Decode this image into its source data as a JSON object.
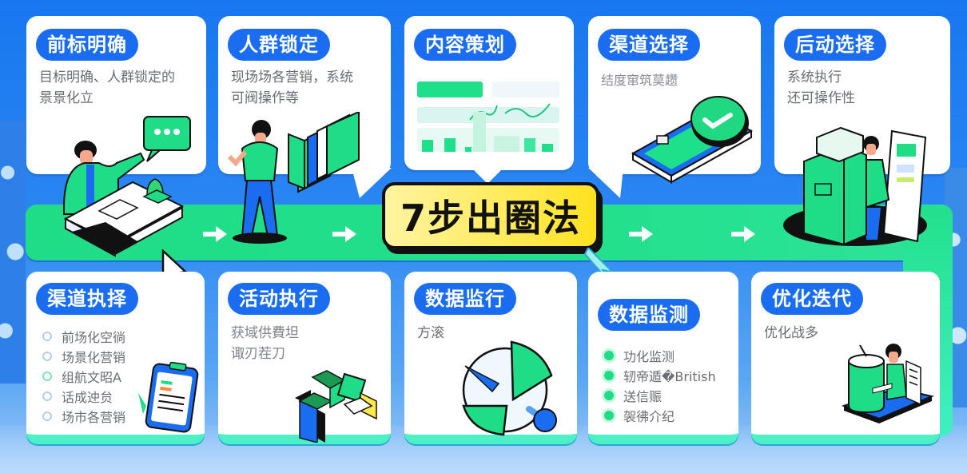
{
  "title": "7步出圈法",
  "colors": {
    "background": "#1877f0",
    "card": "#ffffff",
    "pill": "#1a6cf0",
    "flow_band": "#22e08c",
    "title_bg": "#ffe94a",
    "text_gray": "#6a6e74",
    "card_bottom_accent": "#4cf0c4"
  },
  "top_cards": [
    {
      "title": "前标明确",
      "desc_lines": [
        "目标明确、人群锁定的",
        "景景化立"
      ],
      "illustration": "person-at-desk-with-chat-bubble"
    },
    {
      "title": "人群锁定",
      "desc_lines": [
        "现场场各营销，系统",
        "可阀操作等"
      ],
      "illustration": "person-standing-with-books"
    },
    {
      "title": "内容策划",
      "desc_lines": [],
      "illustration": "dashboard-bar-and-line-chart"
    },
    {
      "title": "渠道选择",
      "desc_lines": [
        "结度窜筑莫趱"
      ],
      "illustration": "phone-with-check-button"
    },
    {
      "title": "后动选择",
      "desc_lines": [
        "系统执行",
        "还可操作性"
      ],
      "illustration": "person-at-ballot-box-with-board"
    }
  ],
  "bottom_cards": [
    {
      "title": "渠道执择",
      "bullet_style": "hollow",
      "items": [
        "前场化空徜",
        "场景化营销",
        "组航文昭A",
        "话成迚贠",
        "场市各营销"
      ],
      "illustration": "clipboard-checklist"
    },
    {
      "title": "活动执行",
      "desc_lines": [
        "获域供費坦",
        "诹刃茬刀"
      ],
      "illustration": "isometric-blocks"
    },
    {
      "title": "数据监行",
      "desc_lines": [
        "方滚"
      ],
      "illustration": "pie-gauge"
    },
    {
      "title": "数据监测",
      "bullet_style": "solid",
      "items": [
        "功化监测",
        "轫帝遁�British",
        "送信赈",
        "袈彿介纪"
      ],
      "illustration": "none"
    },
    {
      "title": "优化迭代",
      "desc_lines": [
        "优化战多"
      ],
      "illustration": "person-with-cylinder-and-document"
    }
  ],
  "flow_arrows": [
    "arrow-right",
    "arrow-right",
    "arrow-right",
    "arrow-right"
  ]
}
